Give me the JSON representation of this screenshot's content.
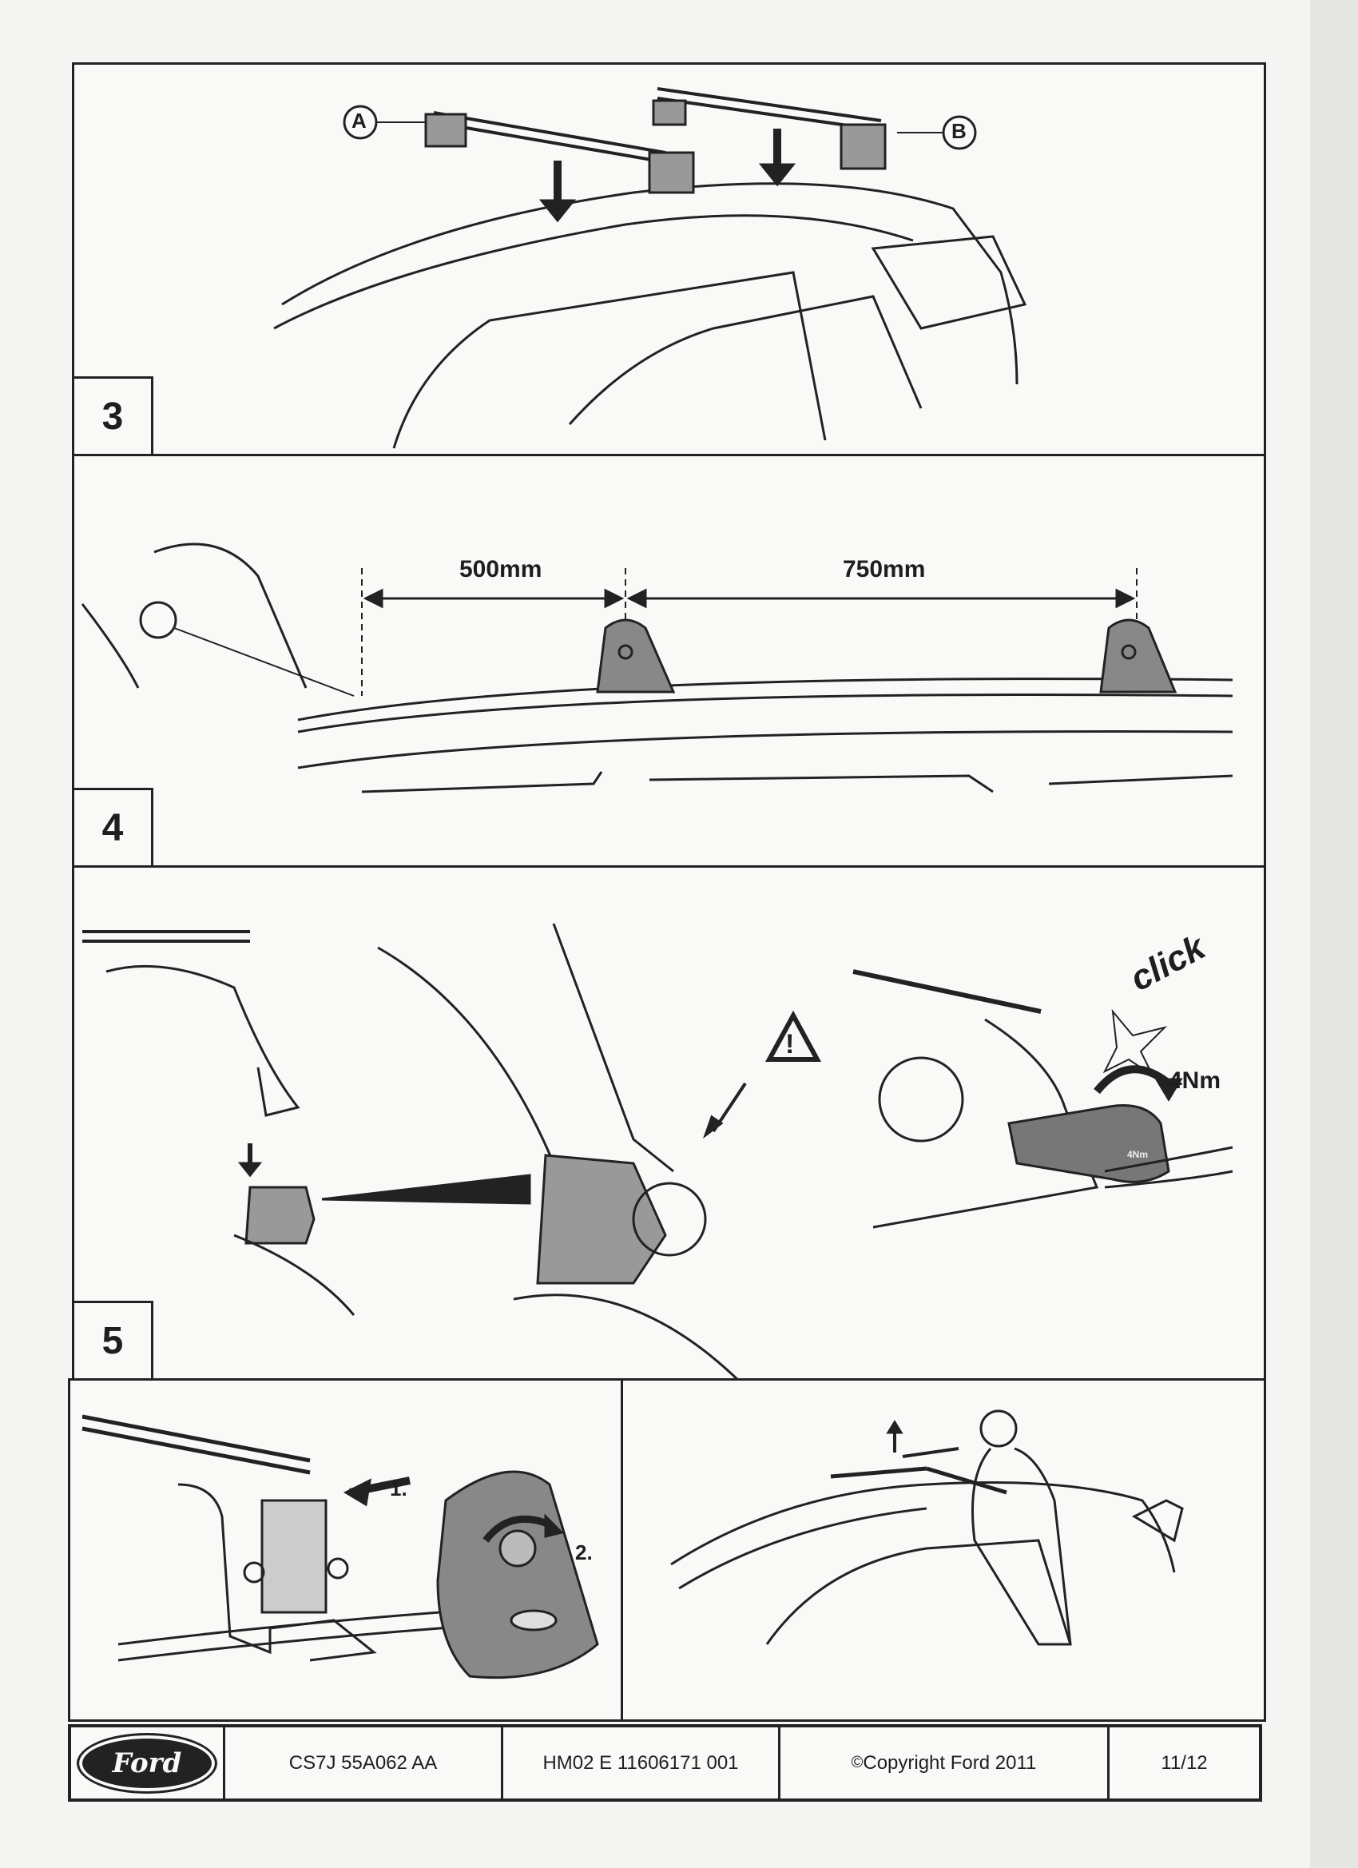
{
  "steps": {
    "step3": {
      "number": "3",
      "callout_a": "A",
      "callout_b": "B"
    },
    "step4": {
      "number": "4",
      "distance_front": "500mm",
      "distance_rear": "750mm"
    },
    "step5": {
      "number": "5",
      "click_text": "click",
      "torque": "4Nm",
      "tool_torque_label": "4Nm"
    },
    "step6": {
      "action_1": "1.",
      "action_2": "2."
    }
  },
  "footer": {
    "logo": "Ford",
    "part_number": "CS7J 55A062 AA",
    "document_number": "HM02 E 11606171 001",
    "copyright_symbol": "©",
    "copyright": "Copyright Ford 2011",
    "page": "11/12"
  }
}
